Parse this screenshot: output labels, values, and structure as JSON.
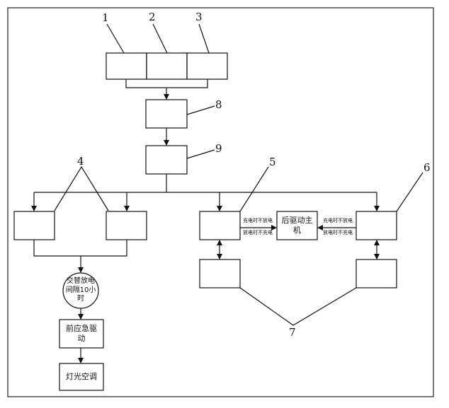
{
  "labels": {
    "n1": "1",
    "n2": "2",
    "n3": "3",
    "n4": "4",
    "n5": "5",
    "n6": "6",
    "n7": "7",
    "n8": "8",
    "n9": "9"
  },
  "boxes": {
    "rear_host": "后驱动主机",
    "alternate": "交替放电间隔10小时",
    "front_drive": "前应急驱动",
    "lights_ac": "灯光空调"
  },
  "arrows": {
    "charge_no_discharge": "充电时不放电",
    "discharge_no_charge": "放电时不充电"
  }
}
